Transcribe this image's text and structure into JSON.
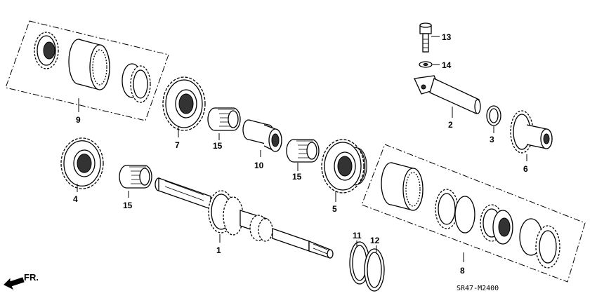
{
  "diagram": {
    "code": "SR47-M2400",
    "direction_label": "FR.",
    "callouts": [
      "1",
      "2",
      "3",
      "4",
      "5",
      "6",
      "7",
      "8",
      "9",
      "10",
      "11",
      "12",
      "13",
      "14",
      "15"
    ],
    "callouts_15": [
      "15",
      "15",
      "15"
    ]
  }
}
